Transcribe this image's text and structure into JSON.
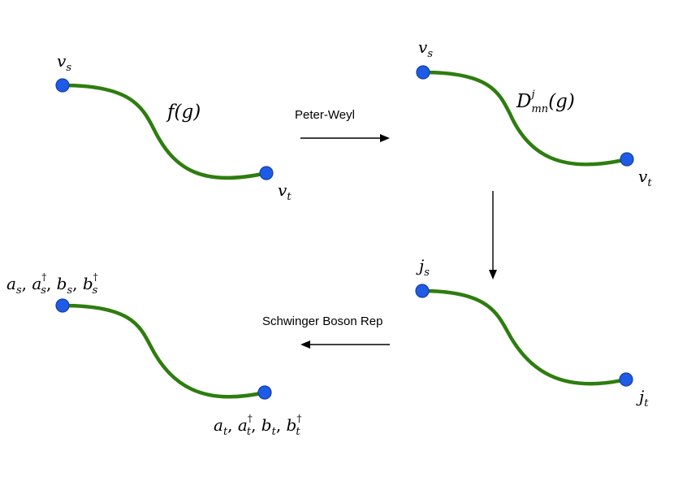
{
  "colors": {
    "edge": "#2e7d0f",
    "node": "#1e5be6",
    "arrow": "#000000"
  },
  "panels": [
    {
      "id": "top-left",
      "edge_label": "f(g)",
      "source_label": "v_s",
      "target_label": "v_t"
    },
    {
      "id": "top-right",
      "edge_label": "D^j_mn(g)",
      "source_label": "v_s",
      "target_label": "v_t"
    },
    {
      "id": "bottom-right",
      "source_label": "j_s",
      "target_label": "j_t"
    },
    {
      "id": "bottom-left",
      "source_label": "a_s, a_s†, b_s, b_s†",
      "target_label": "a_t, a_t†, b_t, b_t†"
    }
  ],
  "arrows": [
    {
      "id": "peter-weyl",
      "label": "Peter-Weyl",
      "direction": "right"
    },
    {
      "id": "down",
      "label": "",
      "direction": "down"
    },
    {
      "id": "schwinger",
      "label": "Schwinger Boson Rep",
      "direction": "left"
    }
  ]
}
